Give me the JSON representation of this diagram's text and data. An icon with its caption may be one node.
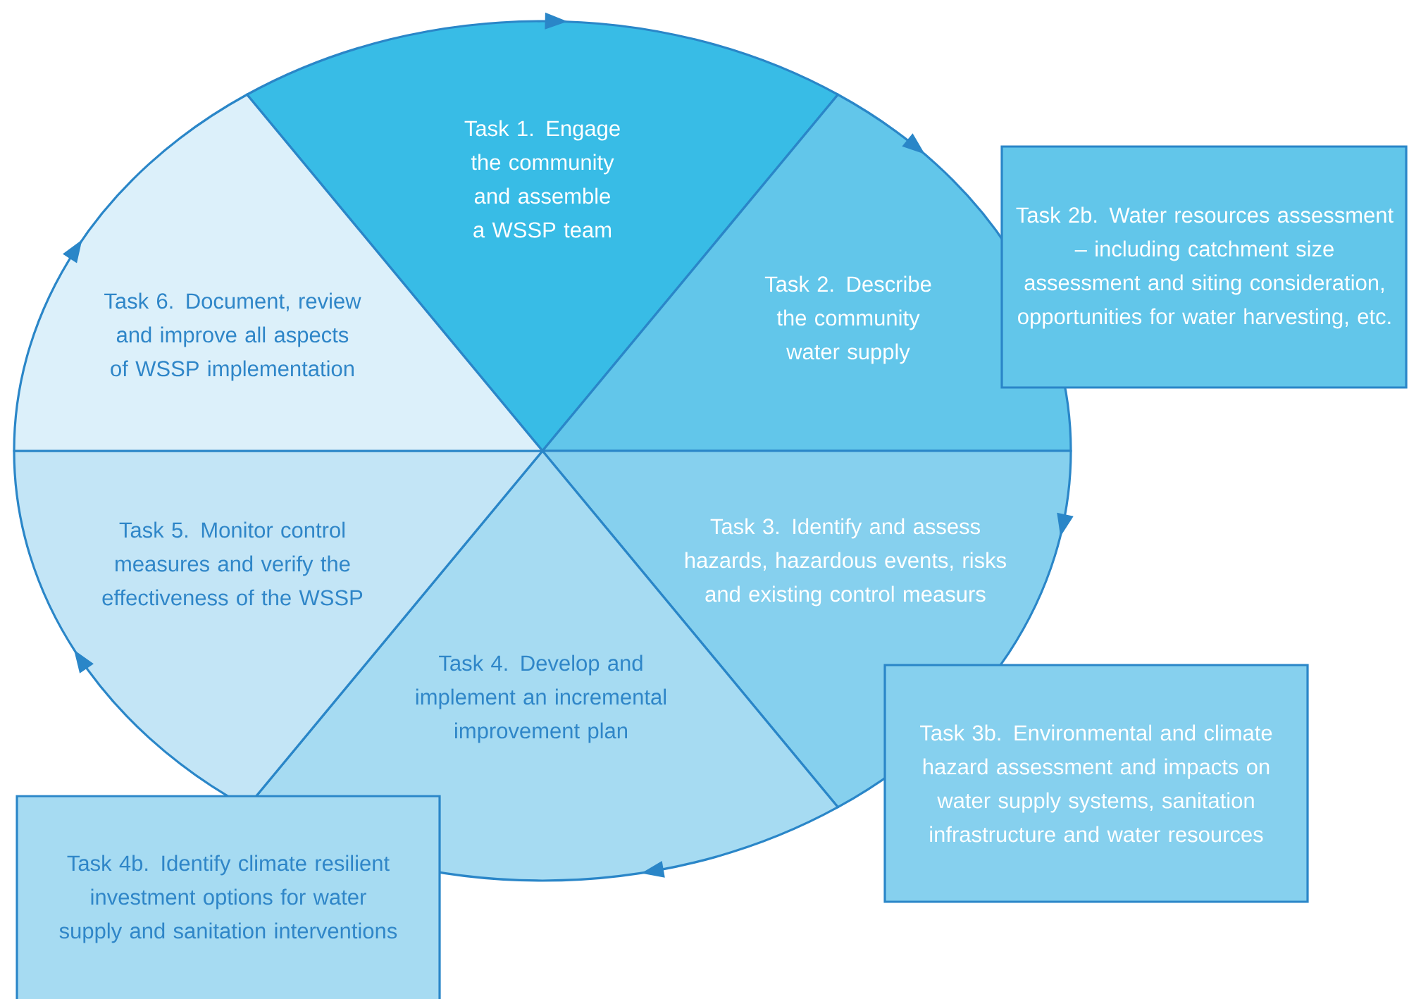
{
  "diagram": {
    "nodes": [
      {
        "text": [
          "Task 1. Engage the community and assemble a WSSP team"
        ]
      },
      {
        "text": [
          "Task 2. Describe the community water supply"
        ]
      },
      {
        "text": [
          "Task 3. Identify and assess hazards, hazardous events, risks and existing control measurs"
        ]
      },
      {
        "text": [
          "Task 4. Develop and implement an incremental improvement plan"
        ]
      },
      {
        "text": [
          "Task 5. Monitor control measures and verify the effectiveness of the WSSP"
        ]
      },
      {
        "text": [
          "Task 6. Document, review and improve all aspects of WSSP implementation"
        ]
      },
      {
        "text": [
          "Task 2b. Water resources assessment – including catchment size assessment and siting consideration, opportunities for water harvesting, etc."
        ]
      },
      {
        "text": [
          "Task 3b. Environmental and climate hazard assessment and impacts on water supply systems, sanitation infrastructure and water resources"
        ]
      },
      {
        "text": [
          "Task 4b. Identify climate resilient investment options for water supply and sanitation interventions"
        ]
      }
    ]
  }
}
